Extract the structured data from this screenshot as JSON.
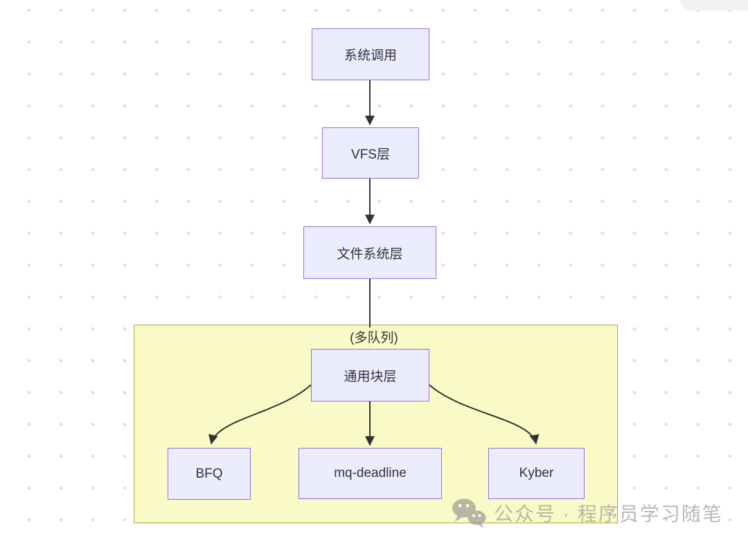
{
  "colors": {
    "node-fill": "#ECECFF",
    "node-border": "#9370DB",
    "node-text": "#333333",
    "subgraph-fill": "#FAFAC8",
    "subgraph-border": "#AAAA33",
    "edge-color": "#333333",
    "dot-color": "#dedede",
    "watermark-color": "#8f8f8f"
  },
  "diagram": {
    "nodes": [
      {
        "label": "系统调用"
      },
      {
        "label": "VFS层"
      },
      {
        "label": "文件系统层"
      },
      {
        "label": "通用块层"
      },
      {
        "label": "BFQ"
      },
      {
        "label": "mq-deadline"
      },
      {
        "label": "Kyber"
      }
    ],
    "edge_label": "(多队列)"
  },
  "watermark": {
    "icon": "wechat-icon",
    "text": "公众号 · 程序员学习随笔"
  }
}
